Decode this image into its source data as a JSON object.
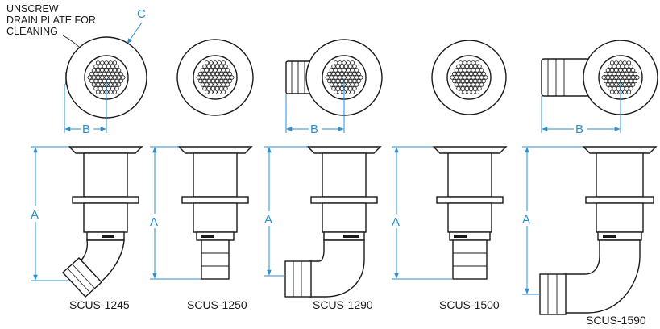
{
  "note": {
    "lines": [
      "UNSCREW",
      "DRAIN PLATE FOR",
      "CLEANING"
    ],
    "callout": "C"
  },
  "dimensions": {
    "a": "A",
    "b": "B"
  },
  "colors": {
    "ink": "#1a1a1a",
    "dimension": "#2b8fd0",
    "background": "#ffffff"
  },
  "models": [
    {
      "label": "SCUS-1245",
      "outlet": "45-degree elbow",
      "has_b_dim": true
    },
    {
      "label": "SCUS-1250",
      "outlet": "straight",
      "has_b_dim": false
    },
    {
      "label": "SCUS-1290",
      "outlet": "90-degree elbow",
      "has_b_dim": true
    },
    {
      "label": "SCUS-1500",
      "outlet": "straight",
      "has_b_dim": false
    },
    {
      "label": "SCUS-1590",
      "outlet": "90-degree elbow",
      "has_b_dim": true
    }
  ]
}
